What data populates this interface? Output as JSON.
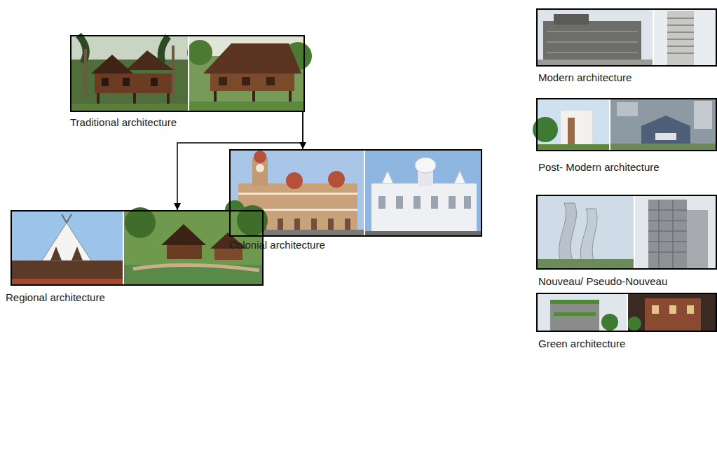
{
  "diagram": {
    "nodes": [
      {
        "text": [
          "Traditional architecture"
        ]
      },
      {
        "text": [
          "Colonial architecture"
        ]
      },
      {
        "text": [
          "Regional architecture"
        ]
      },
      {
        "text": [
          "Modern architecture"
        ]
      },
      {
        "text": [
          "Post- Modern architecture"
        ]
      },
      {
        "text": [
          "Nouveau/ Pseudo-Nouveau"
        ]
      },
      {
        "text": [
          "Green architecture"
        ]
      }
    ],
    "edges": [
      {
        "from": 0,
        "to": 1,
        "arrow": "to"
      },
      {
        "from": 0,
        "to": 2,
        "arrow": "to"
      }
    ]
  }
}
